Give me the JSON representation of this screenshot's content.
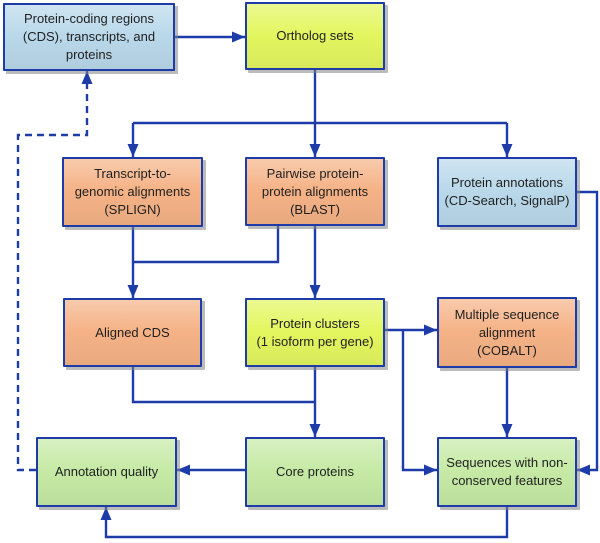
{
  "diagram": {
    "type": "flowchart",
    "palette": {
      "line": "#1e3ca8",
      "text": "#1f1f1f",
      "box_blue": "#b9d8ea",
      "box_yellow": "#e3f65f",
      "box_salmon": "#f5b286",
      "box_green": "#c6eaa5"
    },
    "nodes": {
      "input": {
        "label": "Protein-coding regions\n(CDS), transcripts, and\nproteins",
        "color": "blue"
      },
      "ortholog": {
        "label": "Ortholog sets",
        "color": "yellow"
      },
      "splign": {
        "label": "Transcript-to-\ngenomic alignments\n(SPLIGN)",
        "color": "salmon"
      },
      "blast": {
        "label": "Pairwise protein-\nprotein alignments\n(BLAST)",
        "color": "salmon"
      },
      "annotations": {
        "label": "Protein annotations\n(CD-Search, SignalP)",
        "color": "blue"
      },
      "aligned_cds": {
        "label": "Aligned CDS",
        "color": "salmon"
      },
      "clusters": {
        "label": "Protein clusters\n(1 isoform per gene)",
        "color": "yellow"
      },
      "cobalt": {
        "label": "Multiple sequence\nalignment\n(COBALT)",
        "color": "salmon"
      },
      "quality": {
        "label": "Annotation quality",
        "color": "green"
      },
      "core": {
        "label": "Core proteins",
        "color": "green"
      },
      "nonconserved": {
        "label": "Sequences with non-\nconserved features",
        "color": "green"
      }
    },
    "edges": [
      {
        "from": "input",
        "to": "ortholog",
        "style": "solid"
      },
      {
        "from": "ortholog",
        "to": "splign",
        "style": "solid"
      },
      {
        "from": "ortholog",
        "to": "blast",
        "style": "solid"
      },
      {
        "from": "ortholog",
        "to": "annotations",
        "style": "solid"
      },
      {
        "from": "splign",
        "to": "aligned_cds",
        "style": "solid"
      },
      {
        "from": "blast",
        "to": "aligned_cds",
        "style": "solid"
      },
      {
        "from": "blast",
        "to": "clusters",
        "style": "solid"
      },
      {
        "from": "clusters",
        "to": "cobalt",
        "style": "solid"
      },
      {
        "from": "clusters",
        "to": "nonconserved",
        "style": "solid"
      },
      {
        "from": "annotations",
        "to": "nonconserved",
        "style": "solid"
      },
      {
        "from": "cobalt",
        "to": "nonconserved",
        "style": "solid"
      },
      {
        "from": "aligned_cds",
        "to": "core",
        "style": "solid"
      },
      {
        "from": "clusters",
        "to": "core",
        "style": "solid"
      },
      {
        "from": "core",
        "to": "quality",
        "style": "solid"
      },
      {
        "from": "nonconserved",
        "to": "quality",
        "style": "solid"
      },
      {
        "from": "quality",
        "to": "input",
        "style": "dashed"
      }
    ]
  }
}
